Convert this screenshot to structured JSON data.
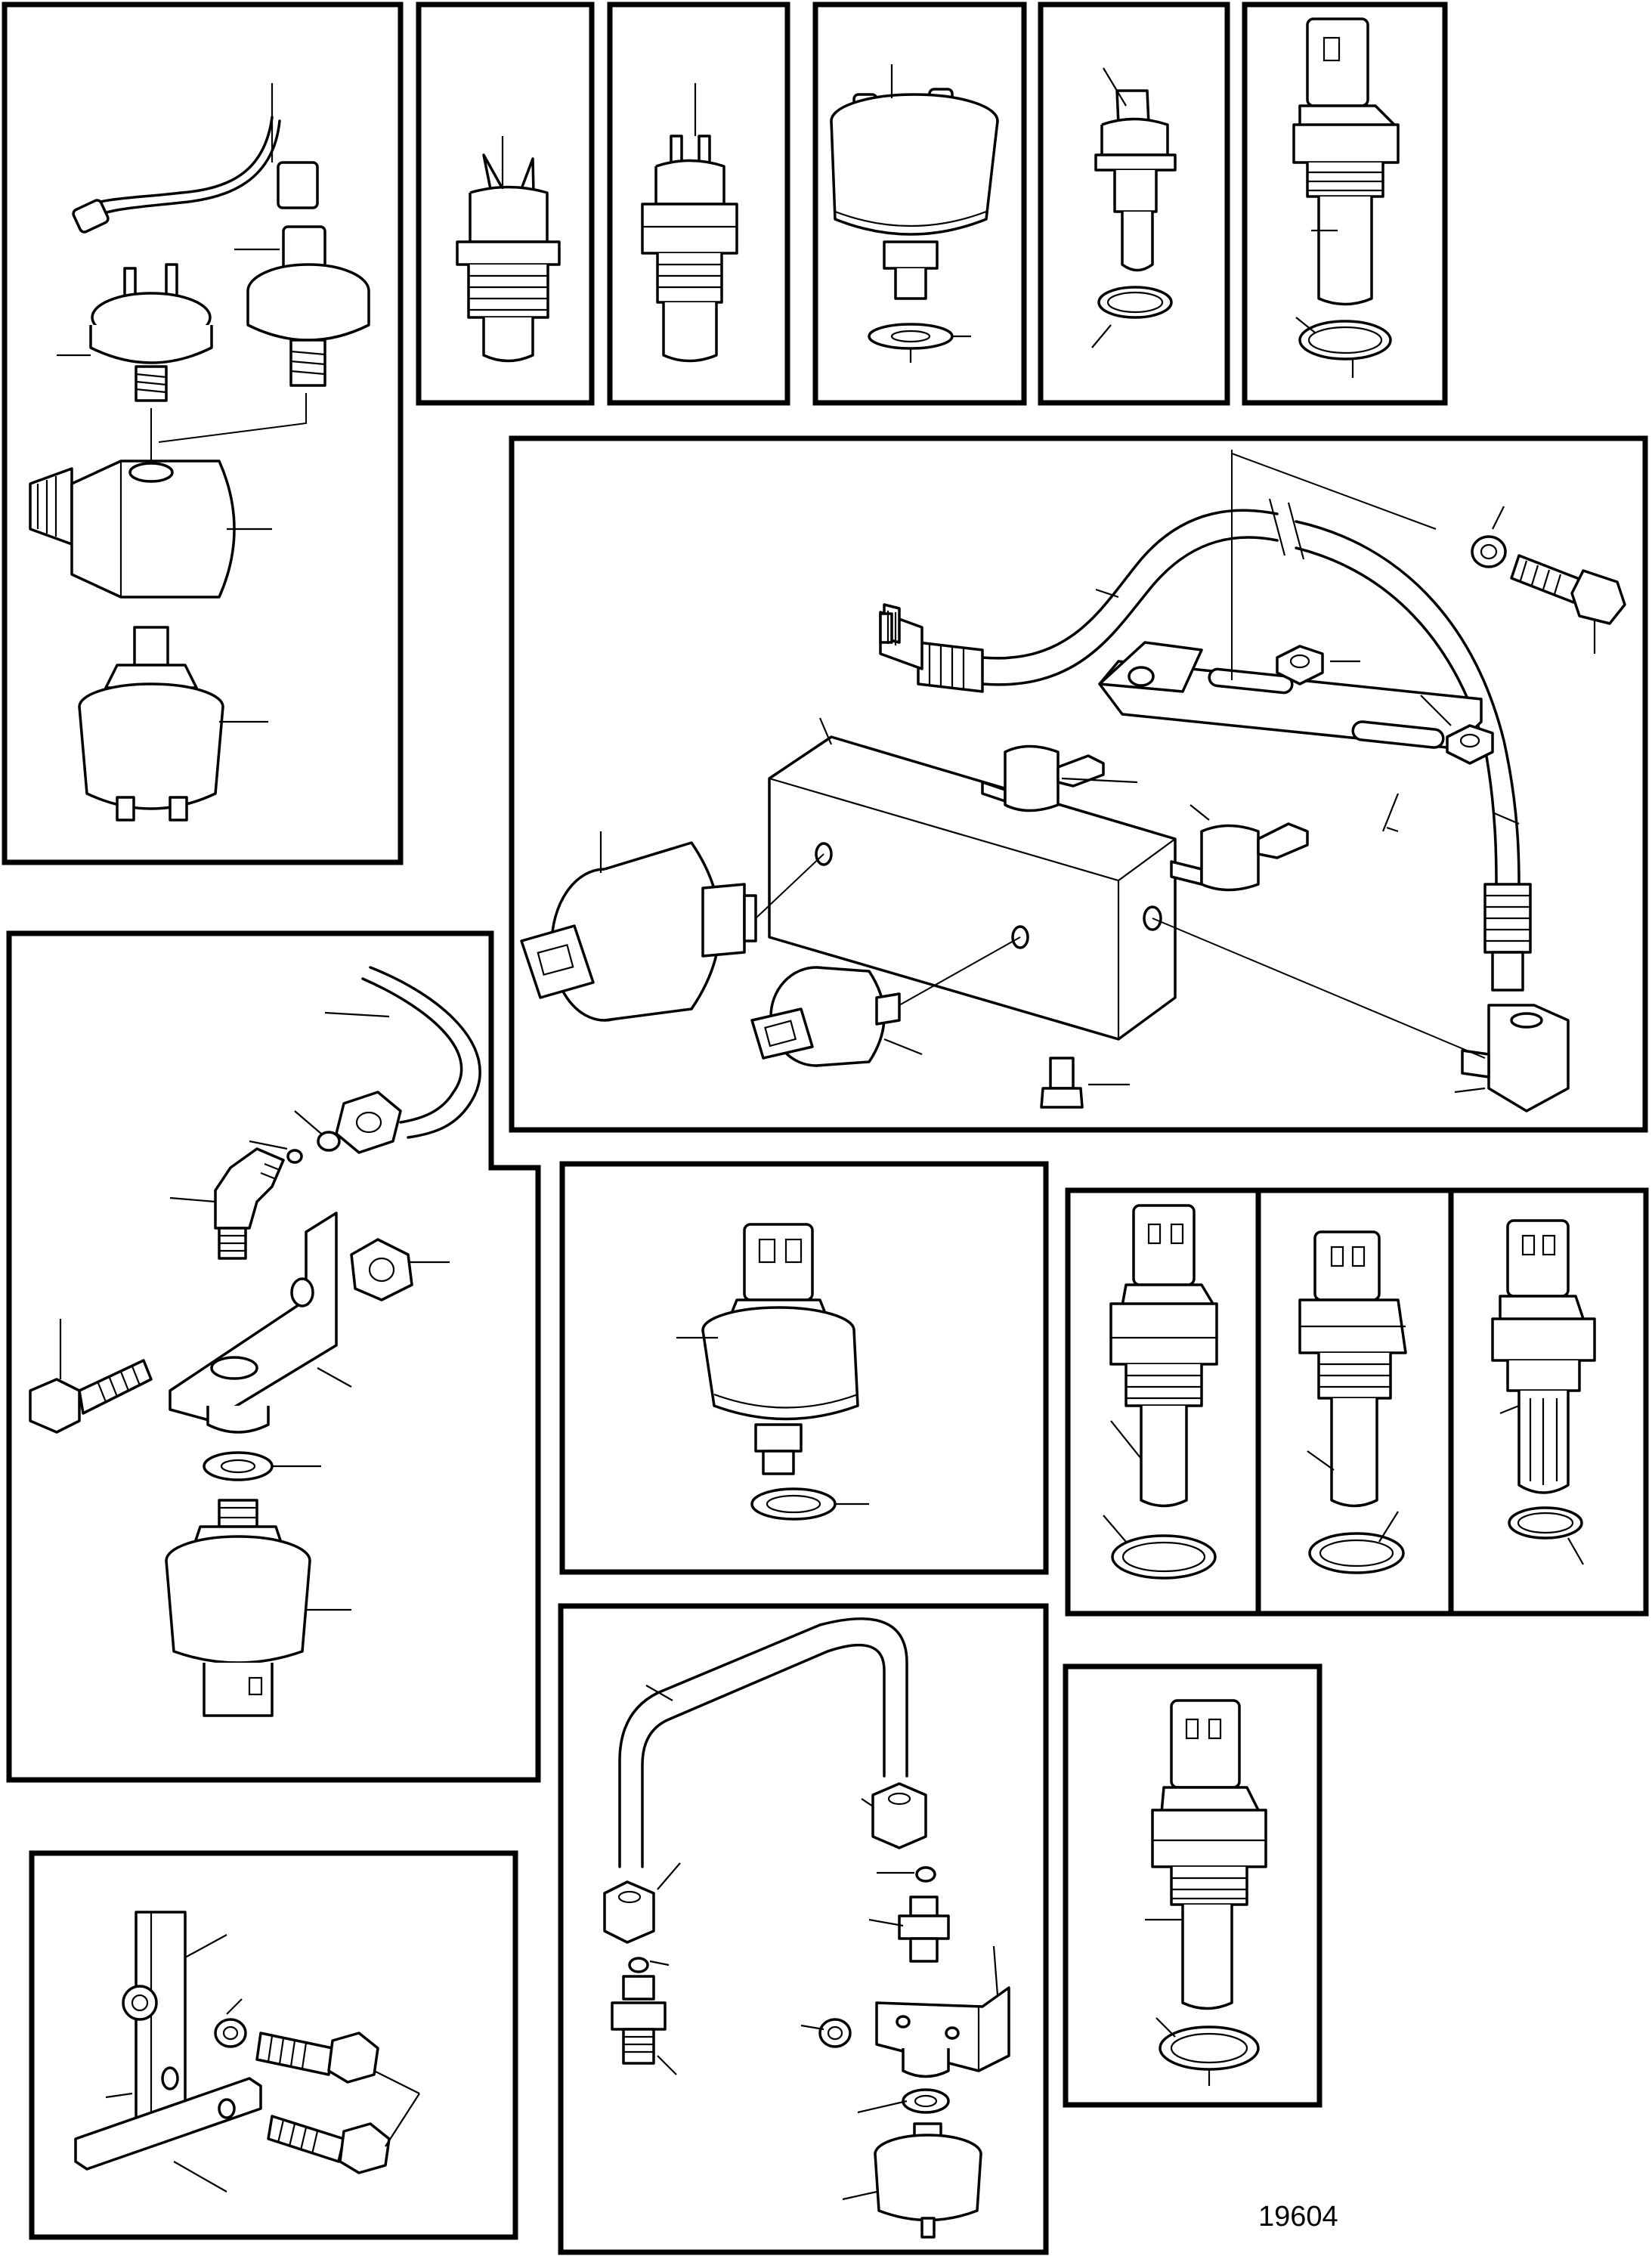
{
  "figure": {
    "reference_number": "19604",
    "background": "#ffffff",
    "ink": "#000000"
  },
  "panels": [
    {
      "name": "pressure-switch-assembly-with-adapter"
    },
    {
      "name": "two-pin-sensor-short"
    },
    {
      "name": "two-pin-sensor-long"
    },
    {
      "name": "pressure-sender-two-terminal"
    },
    {
      "name": "single-blade-sensor"
    },
    {
      "name": "connector-temperature-sensor"
    },
    {
      "name": "sensor-block-with-hose-assembly"
    },
    {
      "name": "remote-sensor-bracket-assembly"
    },
    {
      "name": "connector-pressure-sender"
    },
    {
      "name": "connector-temperature-sensor-a"
    },
    {
      "name": "connector-temperature-sensor-b"
    },
    {
      "name": "connector-temperature-sensor-c"
    },
    {
      "name": "bolts-and-bracket"
    },
    {
      "name": "pipe-and-sender-assembly"
    },
    {
      "name": "connector-temperature-sensor-d"
    }
  ]
}
